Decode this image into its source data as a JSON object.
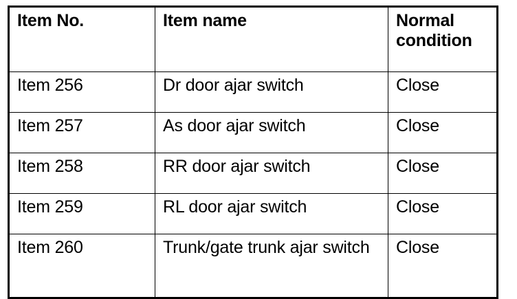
{
  "table": {
    "columns": [
      {
        "key": "item_no",
        "label": "Item No."
      },
      {
        "key": "item_name",
        "label": "Item name"
      },
      {
        "key": "normal_condition",
        "label": "Normal\ncondition"
      }
    ],
    "rows": [
      {
        "item_no": "Item 256",
        "item_name": "Dr door ajar switch",
        "normal_condition": "Close"
      },
      {
        "item_no": "Item 257",
        "item_name": "As door ajar switch",
        "normal_condition": "Close"
      },
      {
        "item_no": "Item 258",
        "item_name": "RR door ajar switch",
        "normal_condition": "Close"
      },
      {
        "item_no": "Item 259",
        "item_name": "RL door ajar switch",
        "normal_condition": "Close"
      },
      {
        "item_no": "Item 260",
        "item_name": "Trunk/gate trunk ajar switch",
        "normal_condition": "Close"
      }
    ]
  },
  "colors": {
    "text": "#000000",
    "background": "#ffffff",
    "border": "#000000"
  }
}
